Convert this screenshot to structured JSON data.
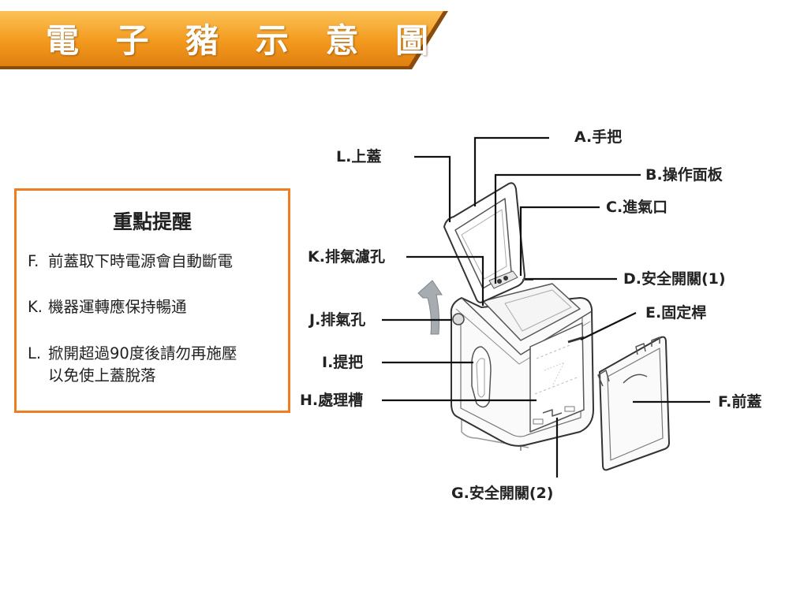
{
  "header": {
    "title": "電 子 豬 示 意 圖"
  },
  "reminder": {
    "title": "重點提醒",
    "items": [
      {
        "code": "F.",
        "text": "前蓋取下時電源會自動斷電"
      },
      {
        "code": "K.",
        "text": "機器運轉應保持暢通"
      },
      {
        "code": "L.",
        "text": "掀開超過90度後請勿再施壓",
        "continuation": "以免使上蓋脫落"
      }
    ]
  },
  "labels": {
    "A": "A.手把",
    "B": "B.操作面板",
    "C": "C.進氣口",
    "D": "D.安全開關(1)",
    "E": "E.固定桿",
    "F": "F.前蓋",
    "G": "G.安全開關(2)",
    "H": "H.處理槽",
    "I": "I.提把",
    "J": "J.排氣孔",
    "K": "K.排氣濾孔",
    "L": "L.上蓋"
  },
  "colors": {
    "banner_orange": "#f39a1e",
    "banner_shadow": "#a05a10",
    "box_border": "#ef7d22",
    "arrow_gray": "#9aa0a6"
  }
}
